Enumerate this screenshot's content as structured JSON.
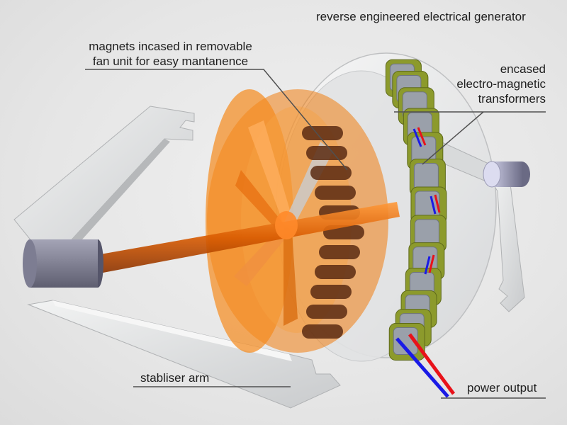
{
  "title": "reverse engineered electrical generator",
  "labels": {
    "magnets": [
      "magnets incased in removable",
      "fan unit for easy mantanence"
    ],
    "transformers": [
      "encased",
      "electro-magnetic",
      "transformers"
    ],
    "stabliser": "stabliser arm",
    "power": "power output"
  },
  "colors": {
    "background": "#e6e6e6",
    "fan_unit": "#f07d10",
    "magnet": "#5a2a12",
    "transformer_casing": "#8c9a2c",
    "transformer_core": "#9aa0aa",
    "stator_ring": "#f2f2f2",
    "stabiliser_arm": "#d8dadb",
    "end_cap": "#8a8a9c",
    "wire_positive": "#e8121a",
    "wire_negative": "#1a1ae6"
  }
}
